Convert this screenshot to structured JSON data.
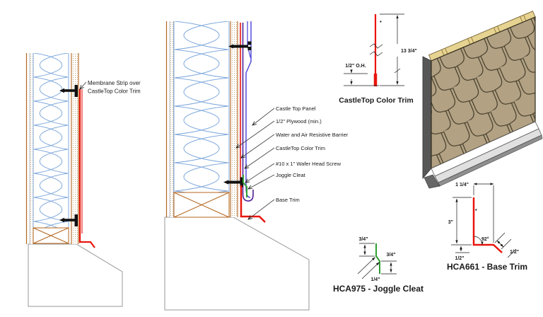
{
  "page": {
    "background": "#ffffff"
  },
  "colors": {
    "trim_red": "#e8150d",
    "cleat_green": "#2f9e33",
    "insulation_blue": "#7fa8dc",
    "framing_orange": "#b4661e",
    "panel_blue": "#4840d8",
    "panel_purple": "#5a2ca0",
    "foundation_gray": "#979797",
    "shingle_tan": "#b2a183",
    "shingle_line": "#3a3422",
    "plywood_cream": "#e6d391"
  },
  "left_detail": {
    "label_line1": "Membrane Strip over",
    "label_line2": "CastleTop Color Trim"
  },
  "middle_detail": {
    "labels": {
      "panel": "Castle Top Panel",
      "plywood": "1/2\" Plywood (min.)",
      "wrb": "Water and Air Resistive Barrier",
      "color_trim": "CastleTop Color Trim",
      "screw": "#10 x 1\" Wafer Head Screw",
      "joggle_cleat": "Joggle Cleat",
      "base_trim": "Base Trim"
    }
  },
  "color_trim_detail": {
    "title": "CastleTop Color Trim",
    "dim_height": "13 3/4\"",
    "dim_overhang": "1/2\" O.H.",
    "note_marker": "*"
  },
  "base_trim_detail": {
    "title": "HCA661 - Base Trim",
    "dim_top": "1 1/4\"",
    "dim_left": "3\"",
    "dim_angle": "92°",
    "dim_bottom_left": "1/2\"",
    "dim_bottom_right": "1/2\"",
    "note_marker": "*"
  },
  "joggle_detail": {
    "title": "HCA975 - Joggle Cleat",
    "dim_top": "3/4\"",
    "dim_right": "3/4\"",
    "dim_offset": "1/4\""
  }
}
